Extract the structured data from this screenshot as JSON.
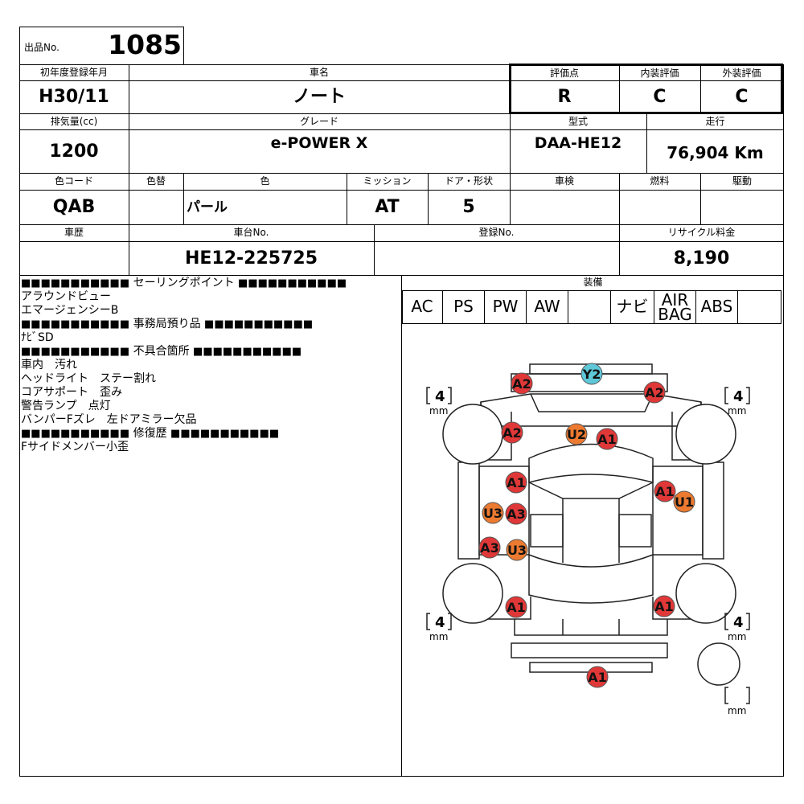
{
  "header": {
    "lot_label": "出品No.",
    "lot_no": "1085"
  },
  "row1": {
    "reg_year_label": "初年度登録年月",
    "reg_year": "H30/11",
    "car_name_label": "車名",
    "car_name": "ノート",
    "score_label": "評価点",
    "score": "R",
    "interior_label": "内装評価",
    "interior": "C",
    "exterior_label": "外装評価",
    "exterior": "C"
  },
  "row2": {
    "displacement_label": "排気量(cc)",
    "displacement": "1200",
    "grade_label": "グレード",
    "grade": "e-POWER X",
    "model_label": "型式",
    "model": "DAA-HE12",
    "mileage_label": "走行",
    "mileage": "76,904 Km"
  },
  "row3": {
    "color_code_label": "色コード",
    "color_code": "QAB",
    "color_change_label": "色替",
    "color_change": "",
    "color_label": "色",
    "color": "パール",
    "transmission_label": "ミッション",
    "transmission": "AT",
    "doors_label": "ドア・形状",
    "doors": "5",
    "inspection_label": "車検",
    "inspection": "",
    "fuel_label": "燃料",
    "fuel": "",
    "drive_label": "駆動",
    "drive": ""
  },
  "row4": {
    "history_label": "車歴",
    "history": "",
    "chassis_label": "車台No.",
    "chassis": "HE12-225725",
    "registration_label": "登録No.",
    "registration": "",
    "recycle_label": "リサイクル料金",
    "recycle": "8,190"
  },
  "notes": {
    "selling_points_header": "セーリングポイント",
    "selling_points": [
      "アラウンドビュー",
      "エマージェンシーB"
    ],
    "office_header": "事務局預り品",
    "office_items": [
      "ﾅﾋﾞSD"
    ],
    "defects_header": "不具合箇所",
    "defects": [
      "車内　汚れ",
      "ヘッドライト　ステー割れ",
      "コアサポート　歪み",
      "警告ランプ　点灯",
      "バンパーFズレ　左ドアミラー欠品"
    ],
    "repair_header": "修復歴",
    "repairs": [
      "Fサイドメンバー小歪"
    ],
    "separator": "■■■■■■■■■■■"
  },
  "equipment": {
    "label": "装備",
    "items": [
      "AC",
      "PS",
      "PW",
      "AW",
      "",
      "ナビ",
      "AIR\nBAG",
      "ABS",
      ""
    ]
  },
  "diagram": {
    "tire_depths": [
      {
        "pos": "front-left",
        "value": "4",
        "unit": "mm"
      },
      {
        "pos": "front-right",
        "value": "4",
        "unit": "mm"
      },
      {
        "pos": "rear-left",
        "value": "4",
        "unit": "mm"
      },
      {
        "pos": "rear-right",
        "value": "4",
        "unit": "mm"
      },
      {
        "pos": "spare",
        "value": "",
        "unit": "mm"
      }
    ],
    "marks": [
      {
        "code": "Y2",
        "color": "#5ec8d8"
      },
      {
        "code": "A2",
        "color": "#e03838"
      },
      {
        "code": "A2",
        "color": "#e03838"
      },
      {
        "code": "A2",
        "color": "#e03838"
      },
      {
        "code": "U2",
        "color": "#ec7a30"
      },
      {
        "code": "A1",
        "color": "#e03838"
      },
      {
        "code": "A1",
        "color": "#e03838"
      },
      {
        "code": "A1",
        "color": "#e03838"
      },
      {
        "code": "U1",
        "color": "#ec7a30"
      },
      {
        "code": "U3",
        "color": "#ec7a30"
      },
      {
        "code": "A3",
        "color": "#e03838"
      },
      {
        "code": "A3",
        "color": "#e03838"
      },
      {
        "code": "U3",
        "color": "#ec7a30"
      },
      {
        "code": "A1",
        "color": "#e03838"
      },
      {
        "code": "A1",
        "color": "#e03838"
      },
      {
        "code": "A1",
        "color": "#e03838"
      }
    ]
  }
}
